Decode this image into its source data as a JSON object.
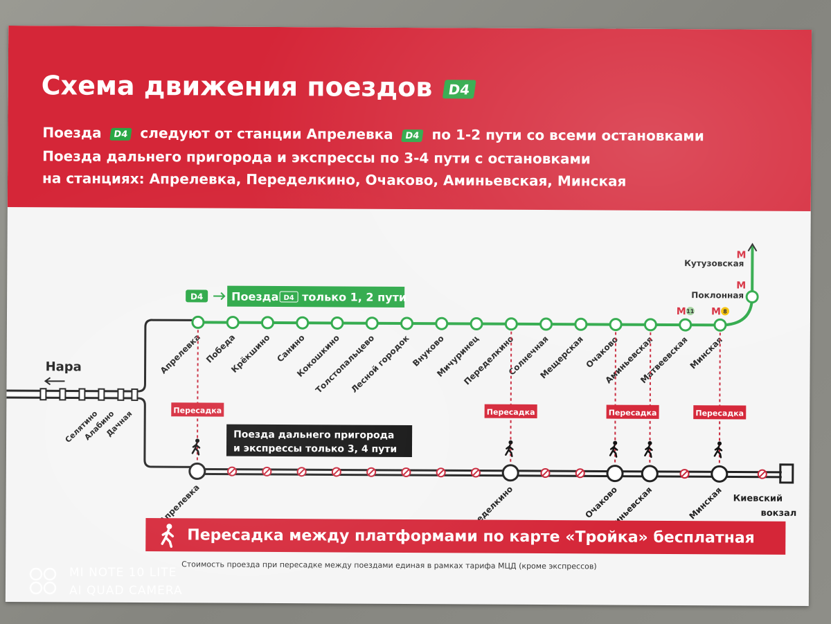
{
  "title": "Схема движения поездов",
  "line_badge": "D4",
  "subtitle": {
    "l1_a": "Поезда",
    "l1_b": "следуют от станции Апрелевка",
    "l1_c": "по 1-2 пути со всеми остановками",
    "l2": "Поезда дальнего пригорода и экспрессы по 3-4 пути с остановками",
    "l3": "на станциях:  Апрелевка, Переделкино, Очаково, Аминьевская, Минская"
  },
  "legend_upper": {
    "badge": "D4",
    "prefix": "Поезда",
    "suffix": "только 1, 2 пути"
  },
  "legend_lower": {
    "line1": "Поезда дальнего пригорода",
    "line2": "и экспрессы только 3, 4 пути"
  },
  "direction": "Нара",
  "left_stations": [
    "Селятино",
    "Алабино",
    "Дачная"
  ],
  "upper_stations": [
    "Апрелевка",
    "Победа",
    "Крёкшино",
    "Санино",
    "Кокошкино",
    "Толстопальцево",
    "Лесной городок",
    "Внуково",
    "Мичуринец",
    "Переделкино",
    "Солнечная",
    "Мещерская",
    "Очаково",
    "Аминьевская",
    "Матвеевская",
    "Минская"
  ],
  "upper_north": [
    "Кутузовская",
    "Поклонная"
  ],
  "lower_stations": [
    "Апрелевка",
    "Переделкино",
    "Очаково",
    "Аминьевская",
    "Минская"
  ],
  "terminal": {
    "line1": "Киевский",
    "line2": "вокзал"
  },
  "transfer_label": "Пересадка",
  "metro_letter": "М",
  "metro_badges": {
    "matveevskaya": "11",
    "minskaya": "8"
  },
  "notice": "Пересадка между платформами по карте «Тройка» бесплатная",
  "footnote": "Стоимость проезда при пересадке между поездами единая в рамках тарифа МЦД (кроме экспрессов)",
  "watermark": {
    "line1": "MI NOTE 10 LITE",
    "line2": "AI QUAD CAMERA"
  },
  "colors": {
    "red": "#d52638",
    "green": "#29a745",
    "track": "#222222",
    "dash": "#c8263a",
    "metro": "#d52638"
  }
}
